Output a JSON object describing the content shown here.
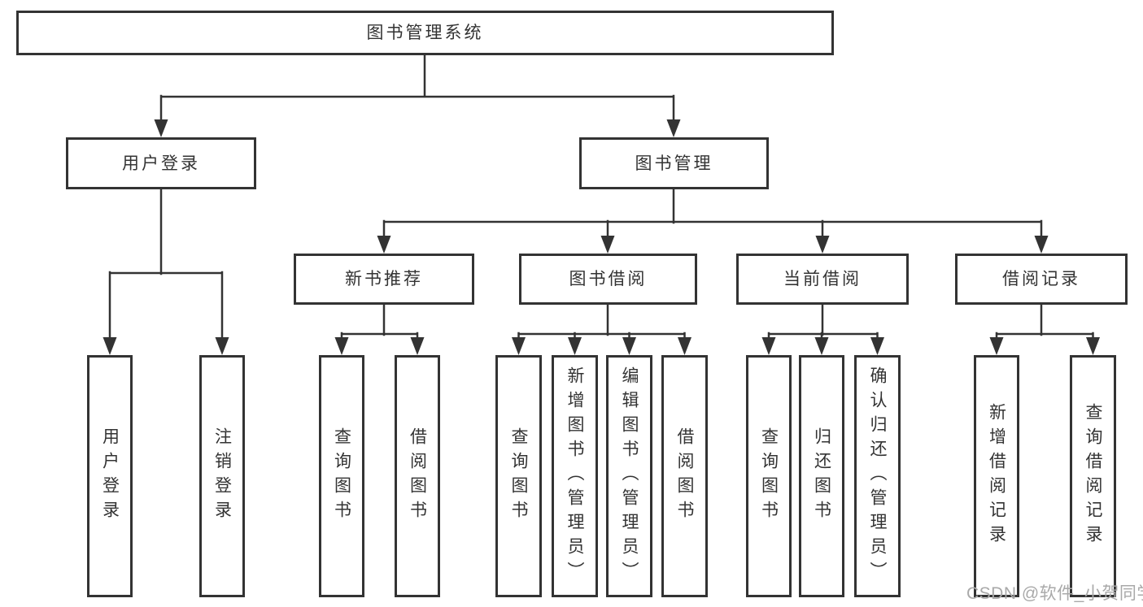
{
  "colors": {
    "line": "#333333",
    "text": "#333333",
    "box_background": "#ffffff",
    "page_background": "#ffffff",
    "watermark": "#a9a9a9"
  },
  "watermark": {
    "text": "CSDN @软件_小贺同学"
  },
  "tree": {
    "label": "图书管理系统",
    "children": [
      {
        "label": "用户登录",
        "children": [
          {
            "label": "用户登录"
          },
          {
            "label": "注销登录"
          }
        ]
      },
      {
        "label": "图书管理",
        "children": [
          {
            "label": "新书推荐",
            "children": [
              {
                "label": "查询图书"
              },
              {
                "label": "借阅图书"
              }
            ]
          },
          {
            "label": "图书借阅",
            "children": [
              {
                "label": "查询图书"
              },
              {
                "label": "新增图书（管理员）"
              },
              {
                "label": "编辑图书（管理员）"
              },
              {
                "label": "借阅图书"
              }
            ]
          },
          {
            "label": "当前借阅",
            "children": [
              {
                "label": "查询图书"
              },
              {
                "label": "归还图书"
              },
              {
                "label": "确认归还（管理员）"
              }
            ]
          },
          {
            "label": "借阅记录",
            "children": [
              {
                "label": "新增借阅记录"
              },
              {
                "label": "查询借阅记录"
              }
            ]
          }
        ]
      }
    ]
  }
}
